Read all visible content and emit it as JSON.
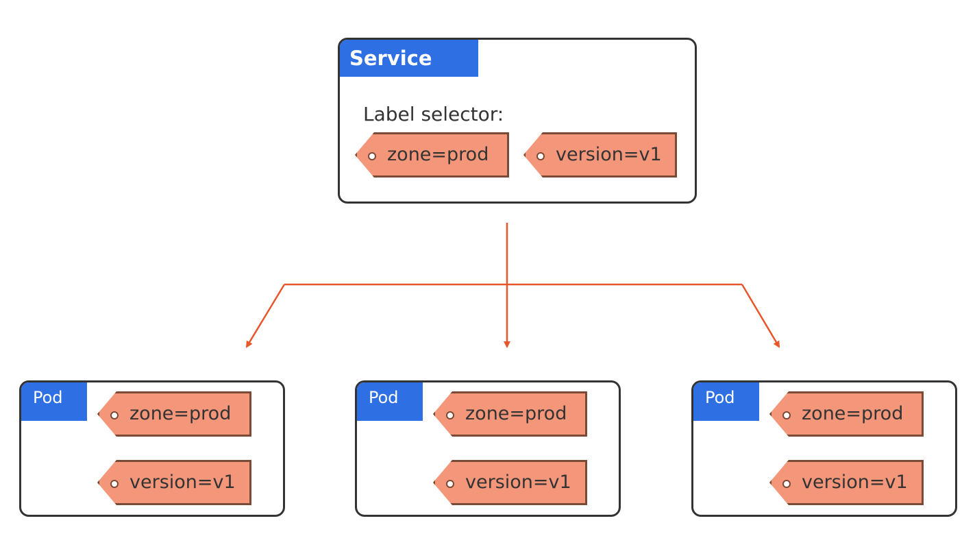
{
  "service": {
    "title": "Service",
    "selector_label": "Label selector:",
    "tags": [
      {
        "text": "zone=prod"
      },
      {
        "text": "version=v1"
      }
    ]
  },
  "pods": [
    {
      "title": "Pod",
      "tags": [
        {
          "text": "zone=prod"
        },
        {
          "text": "version=v1"
        }
      ]
    },
    {
      "title": "Pod",
      "tags": [
        {
          "text": "zone=prod"
        },
        {
          "text": "version=v1"
        }
      ]
    },
    {
      "title": "Pod",
      "tags": [
        {
          "text": "zone=prod"
        },
        {
          "text": "version=v1"
        }
      ]
    }
  ],
  "colors": {
    "title_bar": "#2f6fe4",
    "tag_fill": "#f4967a",
    "tag_border": "#7a4a35",
    "arrow": "#e8562a",
    "box_border": "#333333"
  }
}
